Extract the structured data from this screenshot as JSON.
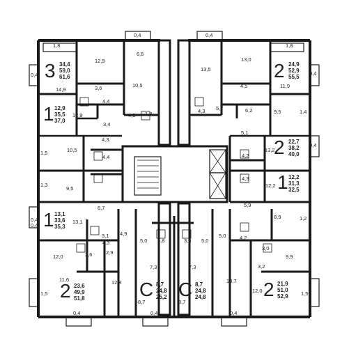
{
  "plan": {
    "apartments": [
      {
        "id": "top-left",
        "type": "3",
        "areas": [
          "34,4",
          "59,0",
          "61,6"
        ]
      },
      {
        "id": "top-right",
        "type": "2",
        "areas": [
          "24,9",
          "52,9",
          "55,5"
        ]
      },
      {
        "id": "left-1",
        "type": "1",
        "areas": [
          "12,9",
          "35,5",
          "37,0"
        ]
      },
      {
        "id": "right-2",
        "type": "2",
        "areas": [
          "22,7",
          "38,2",
          "40,0"
        ]
      },
      {
        "id": "right-1",
        "type": "1",
        "areas": [
          "12,2",
          "31,3",
          "32,5"
        ]
      },
      {
        "id": "left-2",
        "type": "1",
        "areas": [
          "13,1",
          "33,6",
          "35,3"
        ]
      },
      {
        "id": "bottom-left",
        "type": "2",
        "areas": [
          "23,6",
          "49,9",
          "51,8"
        ]
      },
      {
        "id": "bottom-c1",
        "type": "C",
        "areas": [
          "8,7",
          "24,8",
          "25,2"
        ]
      },
      {
        "id": "bottom-c2",
        "type": "C",
        "areas": [
          "8,7",
          "24,8",
          "24,8"
        ]
      },
      {
        "id": "bottom-right",
        "type": "2",
        "areas": [
          "21,9",
          "51,0",
          "52,9"
        ]
      }
    ],
    "room_labels": [
      "1,8",
      "0,4",
      "0,4",
      "1,8",
      "12,9",
      "6,6",
      "13,5",
      "13,0",
      "0,4",
      "14,9",
      "3,6",
      "10,5",
      "4,5",
      "11,9",
      "0,4",
      "4,4",
      "4,3",
      "1,8",
      "4,3",
      "5,7",
      "6,2",
      "9,5",
      "1,4",
      "12,9",
      "3,4",
      "5,1",
      "4,3",
      "10,5",
      "4,4",
      "4,2",
      "13,2",
      "0,4",
      "1,5",
      "4,3",
      "1,3",
      "9,5",
      "12,2",
      "6,7",
      "5,9",
      "0,4",
      "13,1",
      "8,9",
      "1,2",
      "3,1",
      "4,9",
      "5,0",
      "3,8",
      "3,8",
      "5,0",
      "5,0",
      "4,2",
      "2,6",
      "4,3",
      "3,0",
      "2,9",
      "12,0",
      "9,9",
      "7,3",
      "7,3",
      "3,2",
      "11,6",
      "12,8",
      "13,7",
      "12,0",
      "1,5",
      "1,5",
      "8,7",
      "8,7",
      "0,4",
      "0,4",
      "0,4",
      "0,4"
    ]
  }
}
